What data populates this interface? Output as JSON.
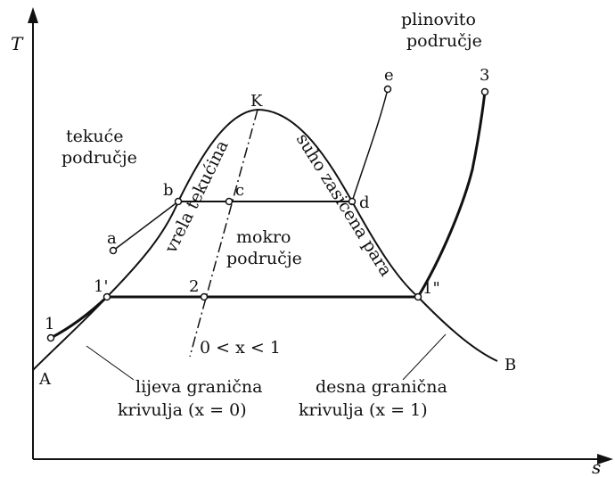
{
  "axes": {
    "x_label": "s",
    "y_label": "T"
  },
  "regions": {
    "liquid": [
      "tekuće",
      "područje"
    ],
    "gas": [
      "plinovito",
      "područje"
    ],
    "wet": [
      "mokro",
      "područje"
    ]
  },
  "curve_labels": {
    "boiling": "vrela tekućina",
    "saturated": "suho zasićena para"
  },
  "boundary_labels": {
    "left": [
      "lijeva granična",
      "krivulja (x = 0)"
    ],
    "right": [
      "desna granična",
      "krivulja (x = 1)"
    ]
  },
  "quality_range": "0 < x < 1",
  "points": {
    "K": "K",
    "a": "a",
    "b": "b",
    "c": "c",
    "d": "d",
    "e": "e",
    "p1": "1",
    "p1p": "1'",
    "p1pp": "1\"",
    "p2": "2",
    "p3": "3",
    "A": "A",
    "B": "B"
  }
}
